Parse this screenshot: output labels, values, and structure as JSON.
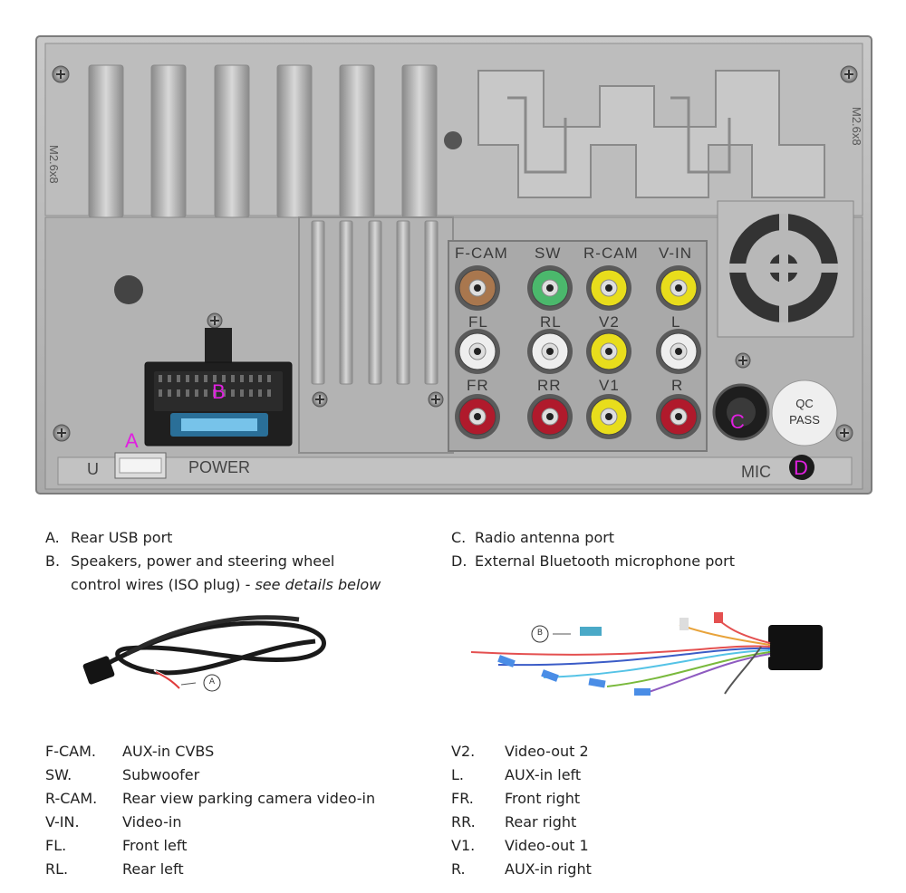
{
  "unit": {
    "screw_mark_left": "M2.6x8",
    "screw_mark_right": "M2.6x8",
    "jack_labels_row1": [
      "F-CAM",
      "SW",
      "R-CAM",
      "V-IN"
    ],
    "jack_labels_row2": [
      "FL",
      "RL",
      "V2",
      "L"
    ],
    "jack_labels_row3": [
      "FR",
      "RR",
      "V1",
      "R"
    ],
    "port_u": "U",
    "power": "POWER",
    "mic": "MIC",
    "qc_line1": "QC",
    "qc_line2": "PASS",
    "markers": {
      "a": "A",
      "b": "B",
      "c": "C",
      "d": "D"
    }
  },
  "legend_ports": [
    {
      "key": "A.",
      "text": "Rear USB port"
    },
    {
      "key": "B.",
      "text": "Speakers, power and steering wheel"
    },
    {
      "key": "C.",
      "text": "Radio antenna port"
    },
    {
      "key": "D.",
      "text": "External Bluetooth microphone port"
    }
  ],
  "legend_b_line2_normal": "control wires (ISO plug) - ",
  "legend_b_line2_italic": "see details below",
  "cables": {
    "usb_marker": "A",
    "iso_marker": "B"
  },
  "legend_jacks_left": [
    {
      "key": "F-CAM.",
      "text": "AUX-in CVBS"
    },
    {
      "key": "SW.",
      "text": "Subwoofer"
    },
    {
      "key": "R-CAM.",
      "text": "Rear view parking camera video-in"
    },
    {
      "key": "V-IN.",
      "text": "Video-in"
    },
    {
      "key": "FL.",
      "text": "Front left"
    },
    {
      "key": "RL.",
      "text": "Rear left"
    }
  ],
  "legend_jacks_right": [
    {
      "key": "V2.",
      "text": "Video-out 2"
    },
    {
      "key": "L.",
      "text": "AUX-in left"
    },
    {
      "key": "FR.",
      "text": "Front right"
    },
    {
      "key": "RR.",
      "text": "Rear right"
    },
    {
      "key": "V1.",
      "text": "Video-out 1"
    },
    {
      "key": "R.",
      "text": "AUX-in right"
    }
  ],
  "colors": {
    "panel": "#b9b9b9",
    "panel_dark": "#8e8e8e",
    "marker": "#e020e0",
    "rca_brown": "#a9774e",
    "rca_green": "#4bb86c",
    "rca_yellow": "#e8dd1c",
    "rca_white": "#eeeeee",
    "rca_red": "#b01a2c"
  }
}
